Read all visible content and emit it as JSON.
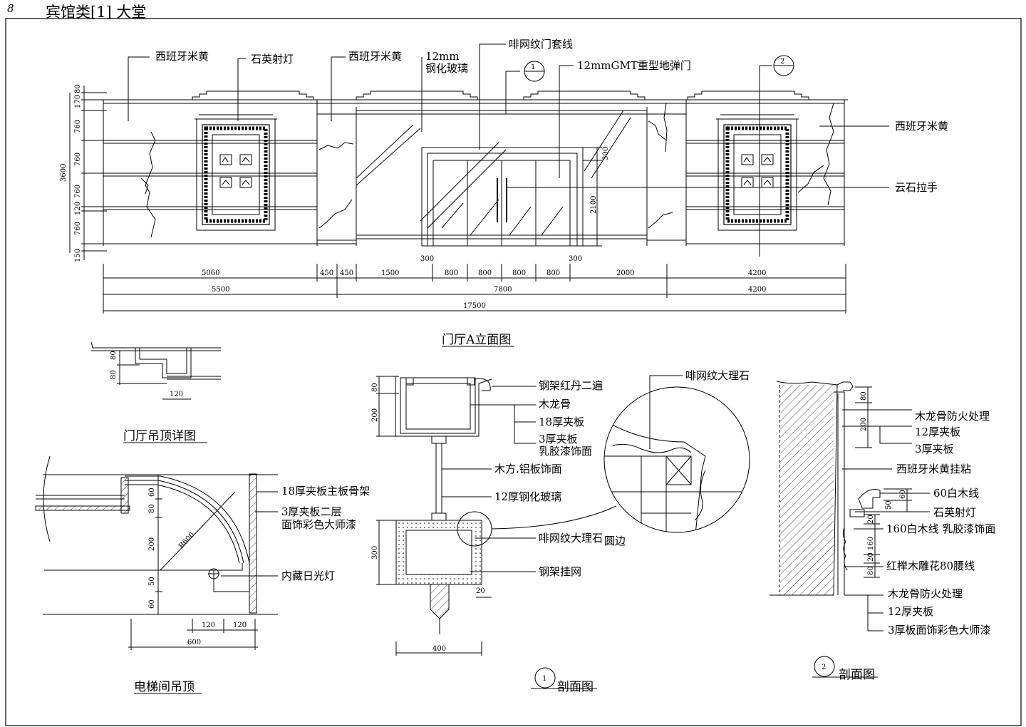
{
  "header": {
    "page_number": "8",
    "title": "宾馆类[1] 大堂"
  },
  "elevation": {
    "title": "门厅A立面图",
    "callouts": {
      "marble_left": "西班牙米黄",
      "spotlight": "石英射灯",
      "marble_mid": "西班牙米黄",
      "glass_a": "12mm",
      "glass_b": "钢化玻璃",
      "door_trim": "啡网纹门套线",
      "door": "12mmGMT重型地弹门",
      "marble_right": "西班牙米黄",
      "handle": "云石拉手"
    },
    "section_marks": [
      {
        "num": "1",
        "sub": "–"
      },
      {
        "num": "2",
        "sub": "–"
      }
    ],
    "vertical_dims": [
      "80",
      "170",
      "760",
      "760",
      "760",
      "120",
      "760",
      "150"
    ],
    "total_height": "3600",
    "door_dims": [
      "300",
      "2100"
    ],
    "door_side_dims": [
      "300",
      "300"
    ],
    "dim_row1": [
      "5060",
      "450",
      "450",
      "1500",
      "800",
      "800",
      "800",
      "800",
      "2000",
      "4200"
    ],
    "dim_row2": [
      "5500",
      "7800",
      "4200"
    ],
    "dim_total": "17500"
  },
  "ceiling_detail": {
    "title": "门厅吊顶详图",
    "dims": [
      "80",
      "80",
      "120"
    ]
  },
  "elevator_ceiling": {
    "title": "电梯间吊顶",
    "labels": [
      "18厚夹板主板骨架",
      "3厚夹板二层",
      "面饰彩色大师漆",
      "内藏日光灯"
    ],
    "dims_v": [
      "60",
      "80",
      "200",
      "50",
      "60"
    ],
    "dims_h": [
      "120",
      "120",
      "600"
    ],
    "radius": "R600"
  },
  "section1": {
    "title": "剖面图",
    "mark": "1",
    "labels": [
      "钢架红丹二遍",
      "木龙骨",
      "18厚夹板",
      "3厚夹板",
      "乳胶漆饰面",
      "木方.铝板饰面",
      "12厚钢化玻璃",
      "啡网纹大理石",
      "圆边",
      "钢架挂网"
    ],
    "dims": [
      "80",
      "200",
      "300",
      "20",
      "400"
    ]
  },
  "zoom_detail": {
    "label": "啡网纹大理石"
  },
  "section2": {
    "title": "剖面图",
    "mark": "2",
    "labels": [
      "木龙骨防火处理",
      "12厚夹板",
      "3厚夹板",
      "西班牙米黄挂粘",
      "60白木线",
      "石英射灯",
      "160白木线 乳胶漆饰面",
      "红榉木雕花80腰线",
      "木龙骨防火处理",
      "12厚夹板",
      "3厚板面饰彩色大师漆"
    ],
    "dims": [
      "80",
      "200",
      "60",
      "50",
      "20",
      "160",
      "20",
      "80"
    ]
  }
}
